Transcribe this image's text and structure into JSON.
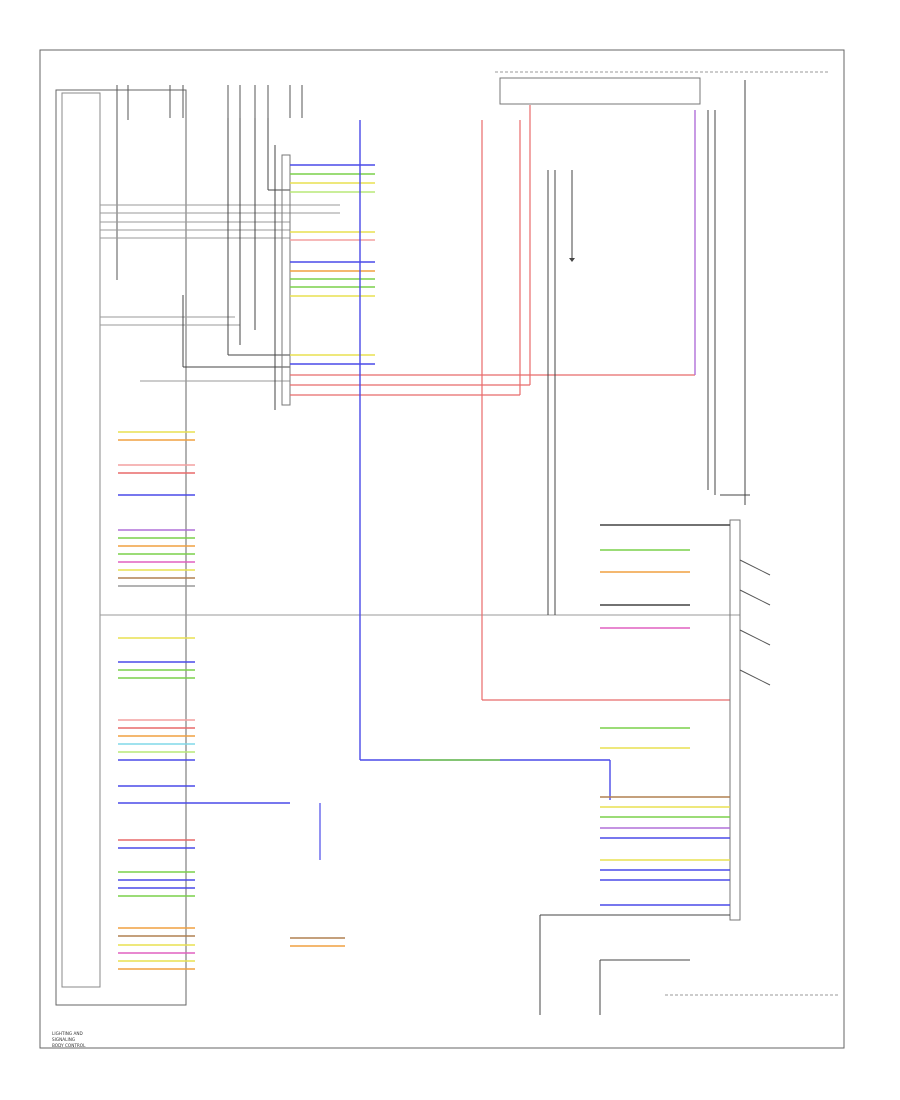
{
  "colors": {
    "red": "#e86a6a",
    "pink": "#f4a0a0",
    "blue": "#4a4ae8",
    "green": "#7ad04a",
    "yellow": "#e8e050",
    "orange": "#f0a040",
    "violet": "#b070d8",
    "cyan": "#80d8e8",
    "light_green": "#b8e878",
    "brown": "#b08050",
    "gray": "#9a9a9a",
    "black": "#444444",
    "magenta": "#e060c0"
  },
  "bcm": {
    "label_lines": [
      "LIGHTING AND",
      "SIGNALING",
      "BODY CONTROL"
    ]
  }
}
